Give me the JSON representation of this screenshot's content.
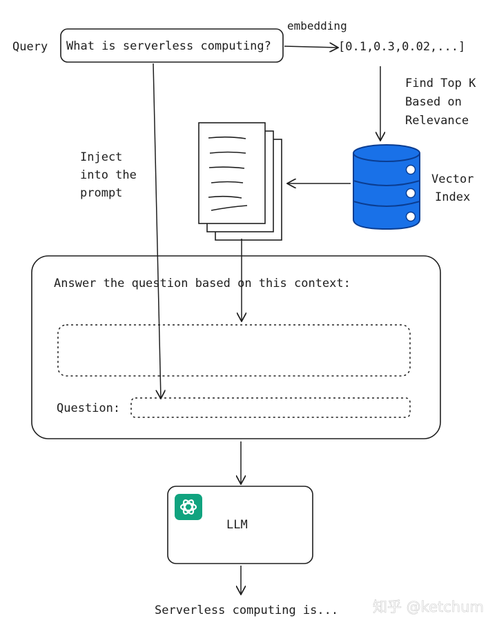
{
  "query": {
    "label": "Query",
    "text": "What is serverless computing?"
  },
  "embedding": {
    "label": "embedding",
    "vector": "[0.1,0.3,0.02,...]"
  },
  "find_top_k": [
    "Find Top K",
    "Based on",
    "Relevance"
  ],
  "vector_index": [
    "Vector",
    "Index"
  ],
  "inject": [
    "Inject",
    "into the",
    "prompt"
  ],
  "prompt_box": {
    "instruction": "Answer the question based on this context:",
    "question_label": "Question:"
  },
  "llm": {
    "label": "LLM",
    "icon": "openai-logo-icon",
    "icon_color": "#10a37f"
  },
  "output": "Serverless computing is...",
  "watermark": "知乎 @ketchum",
  "colors": {
    "database": "#1971e8",
    "database_stroke": "#0b3d91",
    "ink": "#1e1e1e"
  }
}
